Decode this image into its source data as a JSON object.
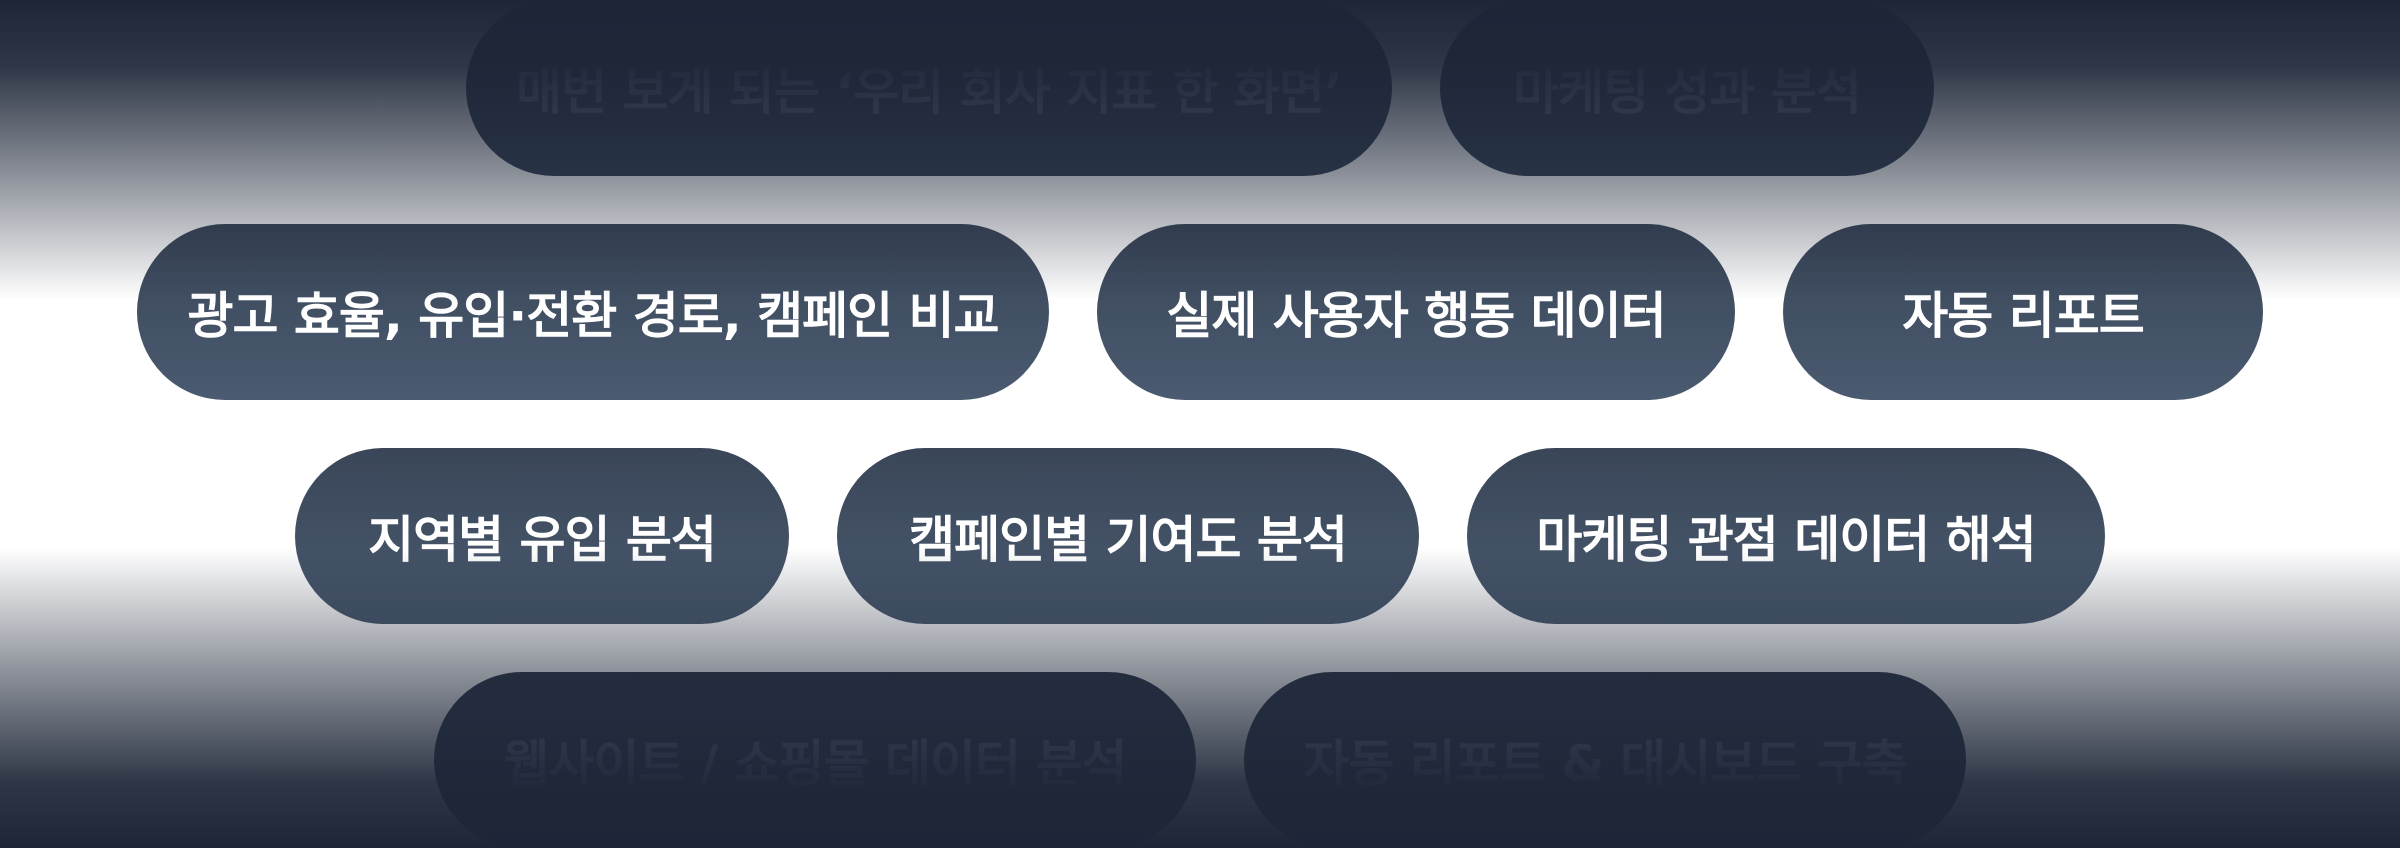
{
  "tags": {
    "row1": [
      "매번 보게 되는 ‘우리 회사 지표 한 화면’",
      "마케팅 성과 분석"
    ],
    "row2": [
      "광고 효율, 유입·전환 경로, 캠페인 비교",
      "실제 사용자 행동 데이터",
      "자동 리포트"
    ],
    "row3": [
      "지역별 유입 분석",
      "캠페인별 기여도 분석",
      "마케팅 관점 데이터 해석"
    ],
    "row4": [
      "웹사이트 / 쇼핑몰 데이터 분석",
      "자동 리포트 & 대시보드 구축"
    ]
  }
}
